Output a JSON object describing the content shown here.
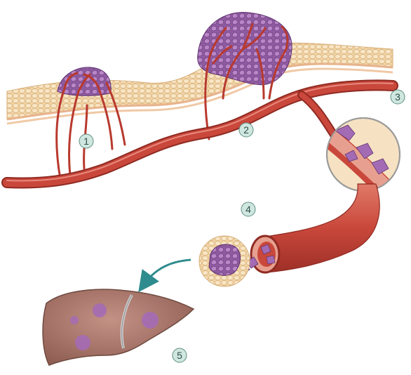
{
  "steps": [
    {
      "number": "1"
    },
    {
      "number": "2"
    },
    {
      "number": "3"
    },
    {
      "number": "4"
    },
    {
      "number": "5"
    }
  ],
  "colors": {
    "vessel": "#c9473b",
    "vessel_dark": "#8f2a22",
    "vessel_highlight": "#e8897c",
    "tissue": "#f3d6a8",
    "tissue_cell": "#f7e4c2",
    "tumor": "#a46bb5",
    "tumor_dark": "#6e3f80",
    "liver": "#a7766a",
    "liver_dark": "#6e4a40",
    "badge_fill": "#cfe7df",
    "badge_stroke": "#5f8f84",
    "arrow": "#2f8c8e"
  }
}
